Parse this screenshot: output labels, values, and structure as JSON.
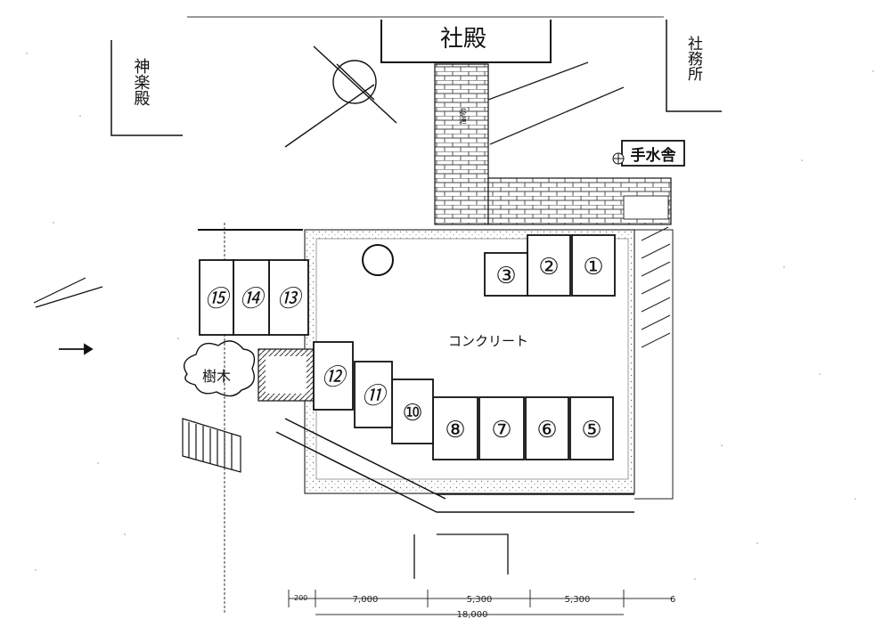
{
  "labels": {
    "shaden": "社殿",
    "shamusho": "社務所",
    "kaguraden": "神楽殿",
    "temizuya": "手水舎",
    "concrete": "コンクリート",
    "jumoku": "樹木",
    "sando": "参道"
  },
  "parking_spots": [
    "①",
    "②",
    "③",
    "⑤",
    "⑥",
    "⑦",
    "⑧",
    "⑩",
    "⑪",
    "⑫",
    "⑬",
    "⑭",
    "⑮"
  ],
  "dimensions": {
    "total": "18,000",
    "seg1": "7,000",
    "seg2": "5,300",
    "seg3": "5,300",
    "left": "200",
    "right_edge": "6"
  }
}
